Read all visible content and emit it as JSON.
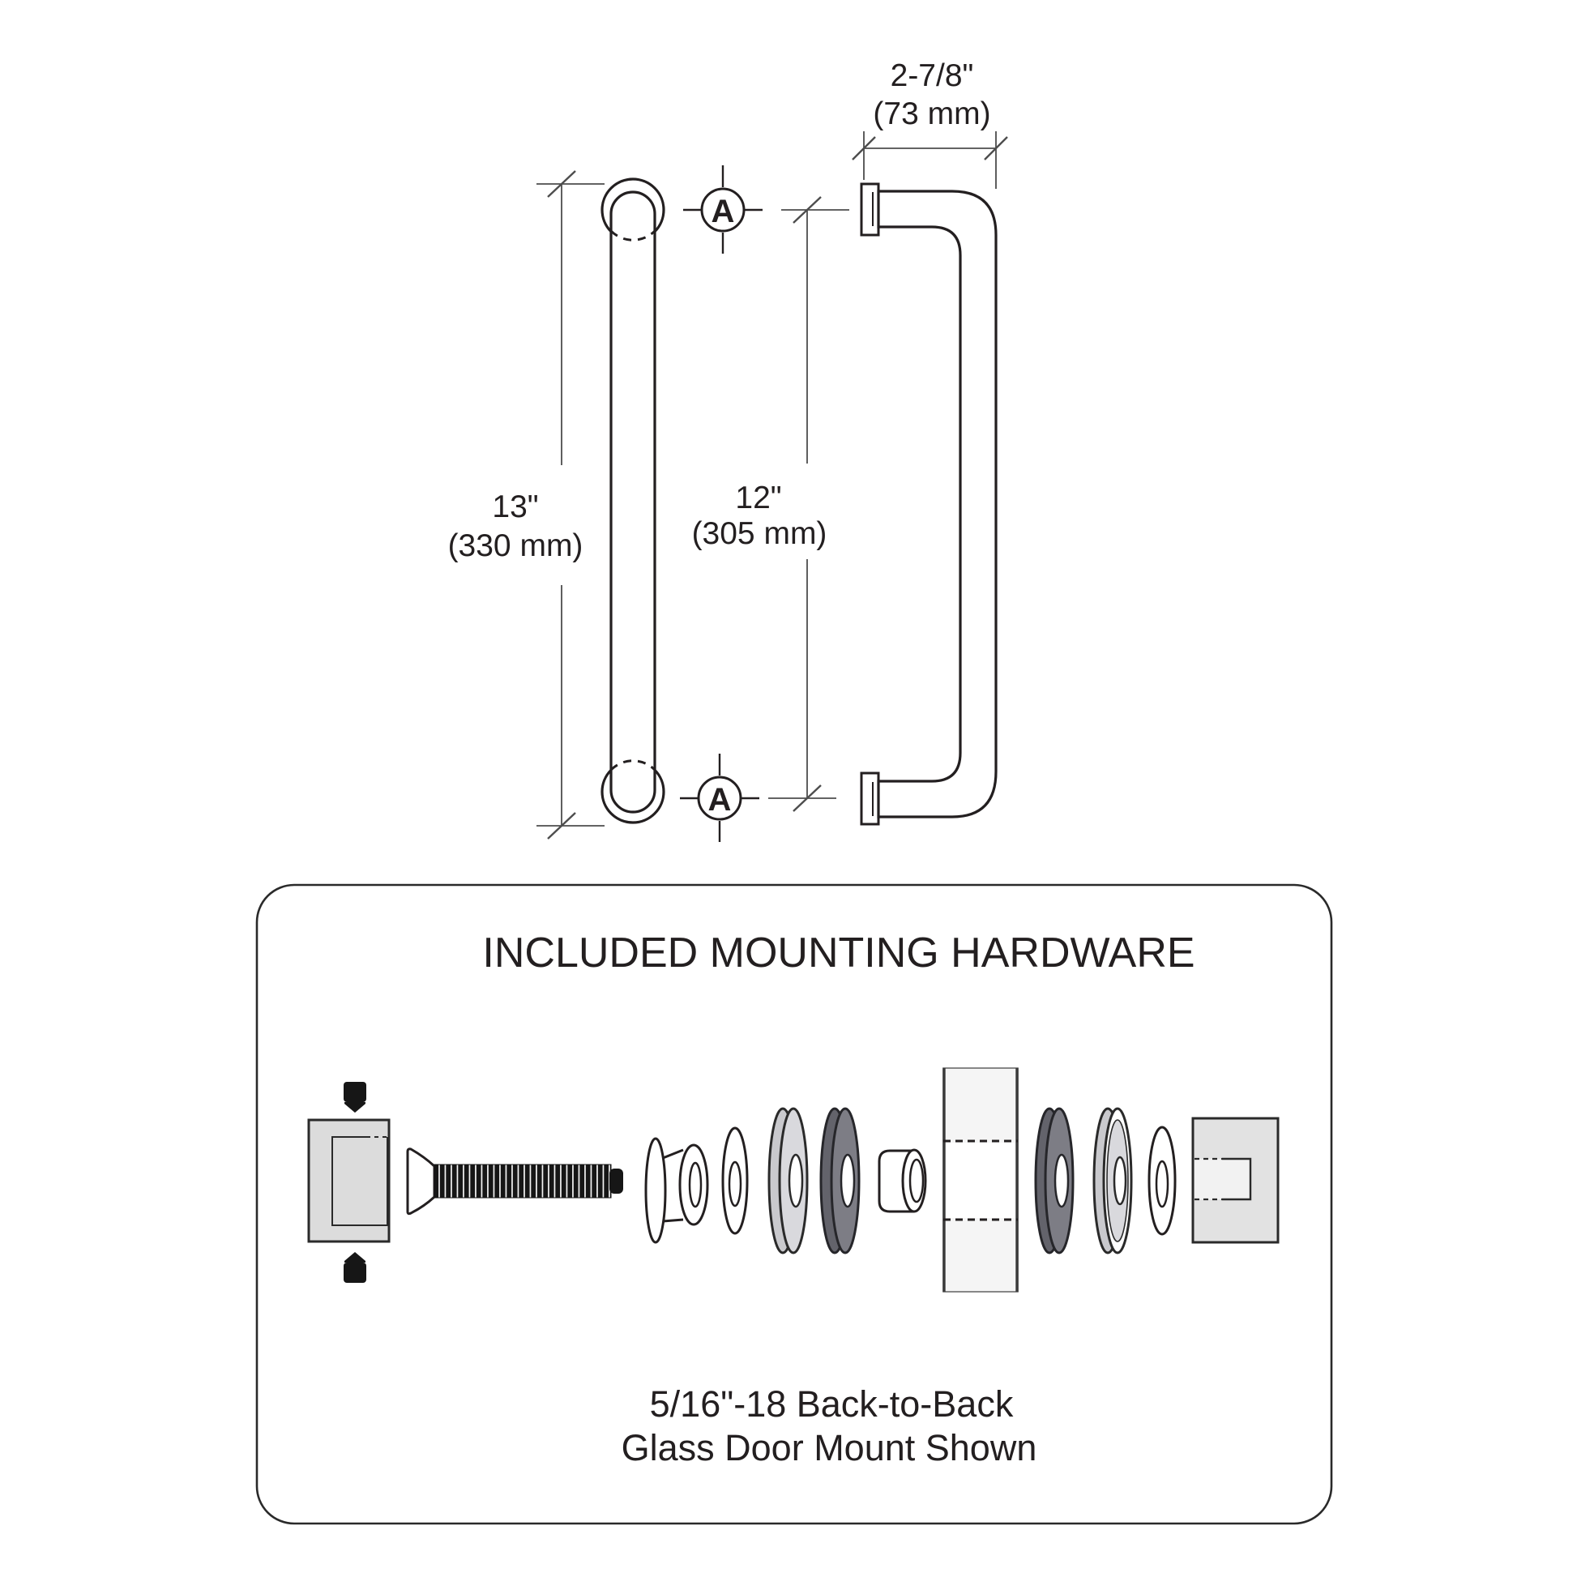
{
  "drawing": {
    "projection_dim": {
      "inches": "2-7/8\"",
      "metric": "(73 mm)"
    },
    "length_dim": {
      "inches": "13\"",
      "metric": "(330 mm)"
    },
    "spacing_dim": {
      "inches": "12\"",
      "metric": "(305 mm)"
    },
    "hole_marker_label": "A"
  },
  "hardware_box": {
    "title": "INCLUDED MOUNTING HARDWARE",
    "caption_line1": "5/16\"-18 Back-to-Back",
    "caption_line2": "Glass Door Mount Shown"
  },
  "colors": {
    "outline": "#231f20",
    "dimension_line": "#4d4d4d",
    "bracket_gray": "#dcdcdc",
    "washer_light_gray": "#d9d9dd",
    "washer_dark_gray": "#7d7d85",
    "glass": "#f5f5f5",
    "screw_black": "#161616",
    "background": "#ffffff"
  }
}
